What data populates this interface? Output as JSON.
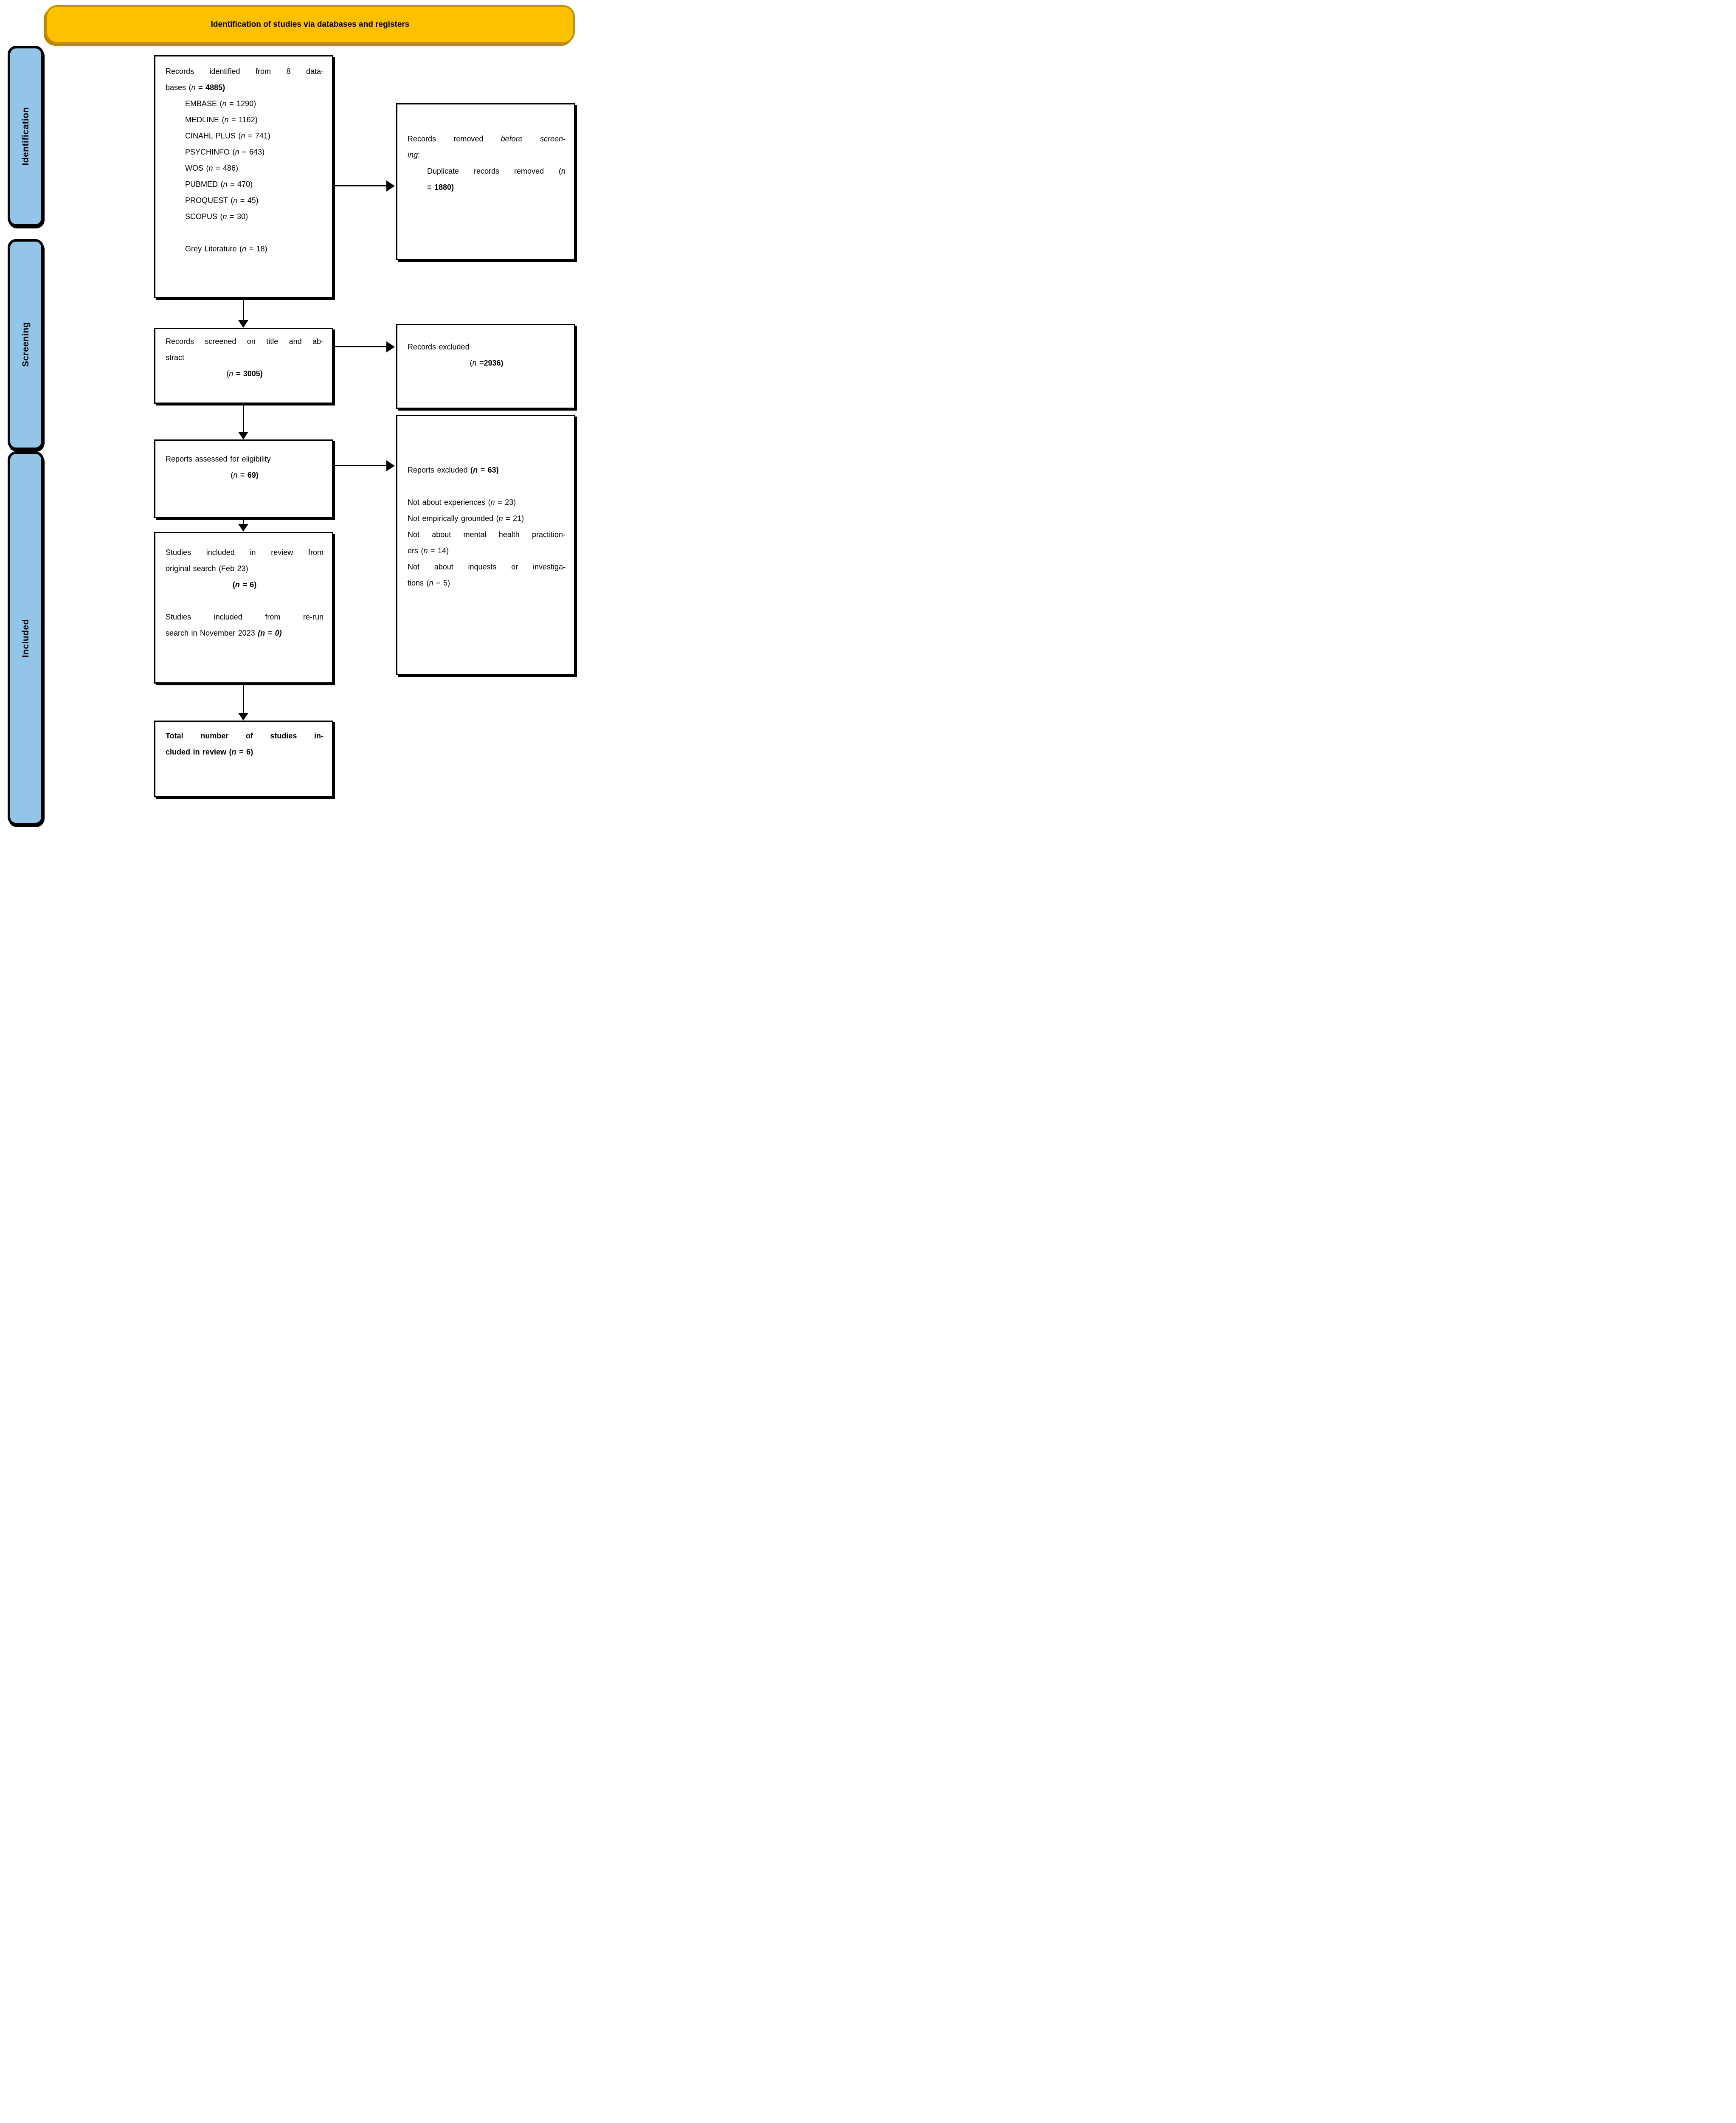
{
  "banner": {
    "label": "Identification of studies via databases and registers"
  },
  "sidebar": [
    {
      "label": "Identification"
    },
    {
      "label": "Screening"
    },
    {
      "label": "Included"
    }
  ],
  "colors": {
    "banner_fill": "#FFC000",
    "banner_border": "#BF9000",
    "stage_fill": "#92C5E8",
    "box_border": "#000000"
  },
  "boxes": {
    "identified": {
      "lines": [
        {
          "a": "j",
          "runs": [
            [
              "Records identified from 8 data-",
              ""
            ]
          ]
        },
        {
          "a": "l",
          "runs": [
            [
              "bases (",
              ""
            ],
            [
              "n",
              "i"
            ],
            [
              " ",
              ""
            ],
            [
              "= 4885)",
              "b"
            ]
          ]
        },
        {
          "a": "l",
          "ind": 1,
          "runs": [
            [
              "EMBASE (",
              ""
            ],
            [
              "n",
              "i"
            ],
            [
              " = 1290)",
              ""
            ]
          ]
        },
        {
          "a": "l",
          "ind": 1,
          "runs": [
            [
              "MEDLINE (",
              ""
            ],
            [
              "n",
              "i"
            ],
            [
              " = 1162)",
              ""
            ]
          ]
        },
        {
          "a": "l",
          "ind": 1,
          "runs": [
            [
              "CINAHL PLUS (",
              ""
            ],
            [
              "n",
              "i"
            ],
            [
              " = 741)",
              ""
            ]
          ]
        },
        {
          "a": "l",
          "ind": 1,
          "runs": [
            [
              "PSYCHINFO (",
              ""
            ],
            [
              "n",
              "i"
            ],
            [
              " = 643)",
              ""
            ]
          ]
        },
        {
          "a": "l",
          "ind": 1,
          "runs": [
            [
              "WOS (",
              ""
            ],
            [
              "n",
              "i"
            ],
            [
              " = 486)",
              ""
            ]
          ]
        },
        {
          "a": "l",
          "ind": 1,
          "runs": [
            [
              "PUBMED (",
              ""
            ],
            [
              "n",
              "i"
            ],
            [
              " = 470)",
              ""
            ]
          ]
        },
        {
          "a": "l",
          "ind": 1,
          "runs": [
            [
              "PROQUEST (",
              ""
            ],
            [
              "n",
              "i"
            ],
            [
              " = 45)",
              ""
            ]
          ]
        },
        {
          "a": "l",
          "ind": 1,
          "runs": [
            [
              "SCOPUS (",
              ""
            ],
            [
              "n",
              "i"
            ],
            [
              " = 30)",
              ""
            ]
          ]
        },
        {
          "blank": true
        },
        {
          "a": "l",
          "ind": 1,
          "runs": [
            [
              "Grey Literature (",
              ""
            ],
            [
              "n",
              "i"
            ],
            [
              " = 18)",
              ""
            ]
          ]
        }
      ]
    },
    "removed": {
      "lines": [
        {
          "a": "j",
          "runs": [
            [
              "Records removed ",
              ""
            ],
            [
              "before screen-",
              "i"
            ]
          ]
        },
        {
          "a": "l",
          "runs": [
            [
              "ing",
              "i"
            ],
            [
              ":",
              ""
            ]
          ]
        },
        {
          "a": "j",
          "ind": 1,
          "runs": [
            [
              "Duplicate records removed (",
              ""
            ],
            [
              "n",
              "i"
            ]
          ]
        },
        {
          "a": "l",
          "ind": 1,
          "runs": [
            [
              "= 1880)",
              "b"
            ]
          ]
        }
      ]
    },
    "screened": {
      "lines": [
        {
          "a": "j",
          "runs": [
            [
              "Records screened on title and ab-",
              ""
            ]
          ]
        },
        {
          "a": "l",
          "runs": [
            [
              "stract",
              ""
            ]
          ]
        },
        {
          "a": "c",
          "runs": [
            [
              "(",
              ""
            ],
            [
              "n",
              "i"
            ],
            [
              " ",
              ""
            ],
            [
              "= 3005)",
              "b"
            ]
          ]
        }
      ]
    },
    "excluded": {
      "lines": [
        {
          "a": "l",
          "runs": [
            [
              "Records excluded",
              ""
            ]
          ]
        },
        {
          "a": "c",
          "runs": [
            [
              "(",
              ""
            ],
            [
              "n",
              "i"
            ],
            [
              " ",
              ""
            ],
            [
              "=2936)",
              "b"
            ]
          ]
        }
      ]
    },
    "assessed": {
      "lines": [
        {
          "a": "l",
          "runs": [
            [
              "Reports assessed for eligibility",
              ""
            ]
          ]
        },
        {
          "a": "c",
          "runs": [
            [
              "(",
              ""
            ],
            [
              "n",
              "i"
            ],
            [
              " ",
              ""
            ],
            [
              "= 69)",
              "b"
            ]
          ]
        }
      ]
    },
    "reports_excluded": {
      "lines": [
        {
          "a": "l",
          "runs": [
            [
              "Reports excluded ",
              ""
            ],
            [
              "(",
              "b"
            ],
            [
              "n",
              "bi"
            ],
            [
              " ",
              "b"
            ],
            [
              "= 63)",
              "b"
            ]
          ]
        },
        {
          "blank": true
        },
        {
          "a": "l",
          "runs": [
            [
              "Not about experiences (",
              ""
            ],
            [
              "n",
              "i"
            ],
            [
              " = 23)",
              ""
            ]
          ]
        },
        {
          "a": "l",
          "runs": [
            [
              "Not empirically grounded (",
              ""
            ],
            [
              "n",
              "i"
            ],
            [
              " = 21)",
              ""
            ]
          ]
        },
        {
          "a": "j",
          "runs": [
            [
              "Not about mental health practition-",
              ""
            ]
          ]
        },
        {
          "a": "l",
          "runs": [
            [
              "ers (",
              ""
            ],
            [
              "n",
              "i"
            ],
            [
              " = 14)",
              ""
            ]
          ]
        },
        {
          "a": "j",
          "runs": [
            [
              "Not about inquests or investiga-",
              ""
            ]
          ]
        },
        {
          "a": "l",
          "runs": [
            [
              "tions (",
              ""
            ],
            [
              "n",
              "i"
            ],
            [
              " = 5)",
              ""
            ]
          ]
        }
      ]
    },
    "included_review": {
      "lines": [
        {
          "a": "j",
          "runs": [
            [
              "Studies included in review from",
              ""
            ]
          ]
        },
        {
          "a": "l",
          "runs": [
            [
              "original search (Feb 23)",
              ""
            ]
          ]
        },
        {
          "a": "c",
          "runs": [
            [
              "(",
              "b"
            ],
            [
              "n",
              "bi"
            ],
            [
              " ",
              "b"
            ],
            [
              "= 6)",
              "b"
            ]
          ]
        },
        {
          "blank": true
        },
        {
          "a": "j",
          "runs": [
            [
              "Studies included from re-run",
              ""
            ]
          ]
        },
        {
          "a": "l",
          "runs": [
            [
              "search in November 2023 ",
              ""
            ],
            [
              "(",
              "bi"
            ],
            [
              "n",
              "bi"
            ],
            [
              " = 0)",
              "bi"
            ]
          ]
        }
      ]
    },
    "total": {
      "lines": [
        {
          "a": "j",
          "runs": [
            [
              "Total number of studies in-",
              "b"
            ]
          ]
        },
        {
          "a": "l",
          "runs": [
            [
              "cluded in review (",
              "b"
            ],
            [
              "n",
              "bi"
            ],
            [
              " ",
              "b"
            ],
            [
              "= 6)",
              "b"
            ]
          ]
        }
      ]
    }
  }
}
